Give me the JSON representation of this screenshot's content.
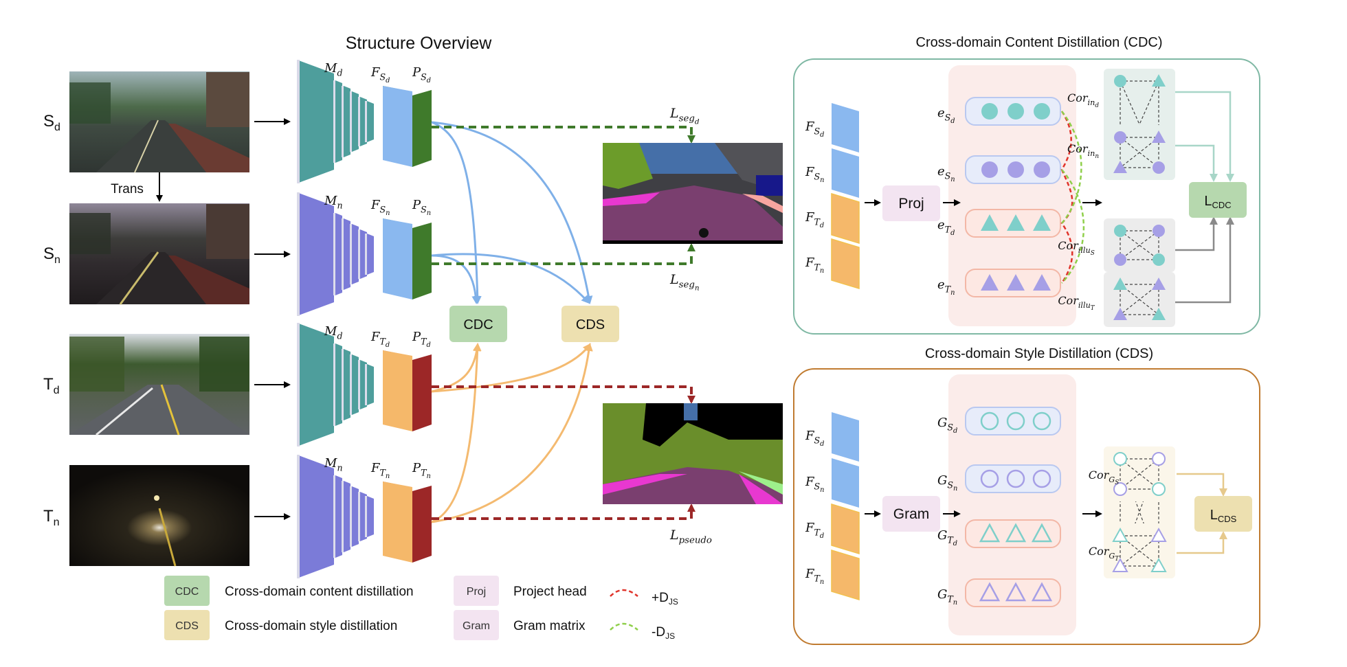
{
  "title": "Structure Overview",
  "inputs": [
    {
      "base": "S",
      "sub": "d"
    },
    {
      "base": "S",
      "sub": "n"
    },
    {
      "base": "T",
      "sub": "d"
    },
    {
      "base": "T",
      "sub": "n"
    }
  ],
  "trans_label": "Trans",
  "encoders": [
    {
      "base": "M",
      "sub": "d"
    },
    {
      "base": "M",
      "sub": "n"
    },
    {
      "base": "M",
      "sub": "d"
    },
    {
      "base": "M",
      "sub": "n"
    }
  ],
  "features": [
    {
      "f_base": "F",
      "f_sub": "S",
      "f_subsub": "d",
      "p_base": "P",
      "p_sub": "S",
      "p_subsub": "d"
    },
    {
      "f_base": "F",
      "f_sub": "S",
      "f_subsub": "n",
      "p_base": "P",
      "p_sub": "S",
      "p_subsub": "n"
    },
    {
      "f_base": "F",
      "f_sub": "T",
      "f_subsub": "d",
      "p_base": "P",
      "p_sub": "T",
      "p_subsub": "d"
    },
    {
      "f_base": "F",
      "f_sub": "T",
      "f_subsub": "n",
      "p_base": "P",
      "p_sub": "T",
      "p_subsub": "n"
    }
  ],
  "loss_labels": {
    "seg_d": {
      "base": "L",
      "sub": "seg",
      "subsub": "d"
    },
    "seg_n": {
      "base": "L",
      "sub": "seg",
      "subsub": "n"
    },
    "pseudo": {
      "base": "L",
      "sub": "pseudo"
    }
  },
  "mid_boxes": {
    "cdc": "CDC",
    "cds": "CDS"
  },
  "legend": [
    {
      "tag": "CDC",
      "text": "Cross-domain content distillation"
    },
    {
      "tag": "CDS",
      "text": "Cross-domain style distillation"
    },
    {
      "tag": "Proj",
      "text": "Project head"
    },
    {
      "tag": "Gram",
      "text": "Gram matrix"
    },
    {
      "sign": "+D",
      "sub": "JS"
    },
    {
      "sign": "-D",
      "sub": "JS"
    }
  ],
  "cdc_panel": {
    "title": "Cross-domain Content Distillation (CDC)",
    "proj": "Proj",
    "feat_labels": [
      {
        "base": "F",
        "sub": "S",
        "subsub": "d"
      },
      {
        "base": "F",
        "sub": "S",
        "subsub": "n"
      },
      {
        "base": "F",
        "sub": "T",
        "subsub": "d"
      },
      {
        "base": "F",
        "sub": "T",
        "subsub": "n"
      }
    ],
    "emb_labels": [
      {
        "base": "e",
        "sub": "S",
        "subsub": "d"
      },
      {
        "base": "e",
        "sub": "S",
        "subsub": "n"
      },
      {
        "base": "e",
        "sub": "T",
        "subsub": "d"
      },
      {
        "base": "e",
        "sub": "T",
        "subsub": "n"
      }
    ],
    "cor_labels": [
      {
        "base": "Cor",
        "sub": "in",
        "subsub": "d"
      },
      {
        "base": "Cor",
        "sub": "in",
        "subsub": "n"
      },
      {
        "base": "Cor",
        "sub": "illu",
        "subsub": "S"
      },
      {
        "base": "Cor",
        "sub": "illu",
        "subsub": "T"
      }
    ],
    "loss": {
      "base": "L",
      "sub": "CDC"
    }
  },
  "cds_panel": {
    "title": "Cross-domain Style Distillation (CDS)",
    "gram": "Gram",
    "feat_labels": [
      {
        "base": "F",
        "sub": "S",
        "subsub": "d"
      },
      {
        "base": "F",
        "sub": "S",
        "subsub": "n"
      },
      {
        "base": "F",
        "sub": "T",
        "subsub": "d"
      },
      {
        "base": "F",
        "sub": "T",
        "subsub": "n"
      }
    ],
    "gram_labels": [
      {
        "base": "G",
        "sub": "S",
        "subsub": "d"
      },
      {
        "base": "G",
        "sub": "S",
        "subsub": "n"
      },
      {
        "base": "G",
        "sub": "T",
        "subsub": "d"
      },
      {
        "base": "G",
        "sub": "T",
        "subsub": "n"
      }
    ],
    "cor_labels": [
      {
        "base": "Cor",
        "sub": "G",
        "subsub": "S"
      },
      {
        "base": "Cor",
        "sub": "G",
        "subsub": "T"
      }
    ],
    "loss": {
      "base": "L",
      "sub": "CDS"
    }
  },
  "colors": {
    "teal_encoder": "#4e9e9c",
    "purple_encoder": "#7b7bd8",
    "feature_blue": "#8ab8ef",
    "feature_orange": "#f5b86a",
    "pred_green": "#3f7a2b",
    "pred_red": "#9c2727",
    "cdc_green": "#b6d8ae",
    "cds_beige": "#ede0b0",
    "proj_pink": "#f3e4f1",
    "teal_shape": "#7fcfca",
    "purple_shape": "#a69fe6",
    "panel_green": "#7fb8a4",
    "panel_brown": "#c07b30"
  }
}
